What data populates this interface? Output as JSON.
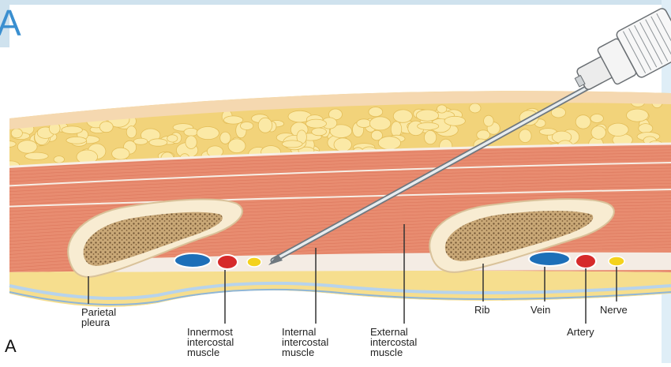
{
  "figure": {
    "panel_letter": "A",
    "corner_mark": "A",
    "colors": {
      "frame": "#cfe2ee",
      "fat": "#f2d37a",
      "fat_lobule": "#fbe9a6",
      "skin_top": "#f5d8b0",
      "muscle": "#e88c70",
      "muscle_fiber": "#d86f56",
      "bone_cortex": "#f8ecd2",
      "bone_marrow": "#8b6a45",
      "vein": "#1d6fb8",
      "artery": "#d62a2a",
      "nerve": "#f4d21c",
      "pleura": "#b7d3ec",
      "needle": "#9aa3ab"
    },
    "labels": {
      "parietal_pleura": [
        "Parietal",
        "pleura"
      ],
      "innermost": [
        "Innermost",
        "intercostal",
        "muscle"
      ],
      "internal": [
        "Internal",
        "intercostal",
        "muscle"
      ],
      "external": [
        "External",
        "intercostal",
        "muscle"
      ],
      "rib": "Rib",
      "vein": "Vein",
      "artery": "Artery",
      "nerve": "Nerve"
    }
  }
}
